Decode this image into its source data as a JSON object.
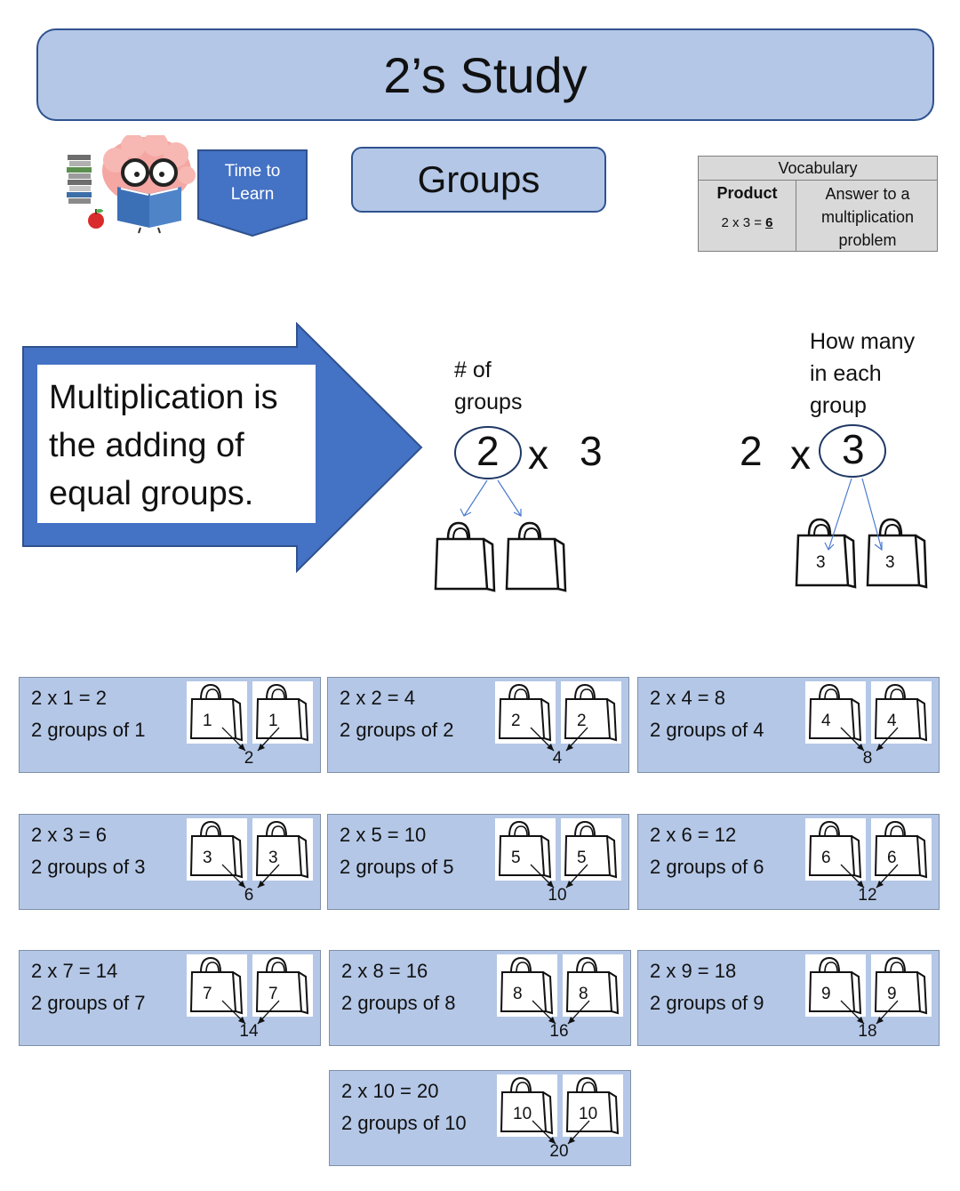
{
  "title": "2’s Study",
  "tag_label_line1": "Time to",
  "tag_label_line2": "Learn",
  "section_label": "Groups",
  "vocabulary": {
    "heading": "Vocabulary",
    "term": "Product",
    "example_prefix": "2 x 3 = ",
    "example_answer": "6",
    "definition_line1": "Answer to a",
    "definition_line2": "multiplication",
    "definition_line3": "problem"
  },
  "concept": {
    "line1": "Multiplication is",
    "line2": "the adding of",
    "line3": "equal groups."
  },
  "left_example": {
    "label_line1": "# of",
    "label_line2": "groups",
    "first": "2",
    "op": "x",
    "second": "3"
  },
  "right_example": {
    "label_line1": "How many",
    "label_line2": "in each",
    "label_line3": "group",
    "first": "2",
    "op": "x",
    "second": "3",
    "bag_value": "3"
  },
  "facts": [
    {
      "equation": "2 x 1 = 2",
      "groups": "2 groups of 1",
      "bag": "1",
      "total": "2"
    },
    {
      "equation": "2 x 2 = 4",
      "groups": "2 groups of 2",
      "bag": "2",
      "total": "4"
    },
    {
      "equation": "2 x 4 = 8",
      "groups": "2 groups of 4",
      "bag": "4",
      "total": "8"
    },
    {
      "equation": "2 x 3 = 6",
      "groups": "2 groups of 3",
      "bag": "3",
      "total": "6"
    },
    {
      "equation": "2 x 5 = 10",
      "groups": "2 groups of 5",
      "bag": "5",
      "total": "10"
    },
    {
      "equation": "2 x 6 = 12",
      "groups": "2 groups of 6",
      "bag": "6",
      "total": "12"
    },
    {
      "equation": "2 x 7 = 14",
      "groups": "2 groups of 7",
      "bag": "7",
      "total": "14"
    },
    {
      "equation": "2 x 8 = 16",
      "groups": "2 groups of 8",
      "bag": "8",
      "total": "16"
    },
    {
      "equation": "2 x 9 = 18",
      "groups": "2 groups of 9",
      "bag": "9",
      "total": "18"
    },
    {
      "equation": "2 x 10 = 20",
      "groups": "2 groups of 10",
      "bag": "10",
      "total": "20"
    }
  ],
  "colors": {
    "banner_fill": "#b4c7e7",
    "banner_border": "#2f528f",
    "arrow_blue": "#4472c4",
    "vocab_fill": "#d9d9d9"
  }
}
